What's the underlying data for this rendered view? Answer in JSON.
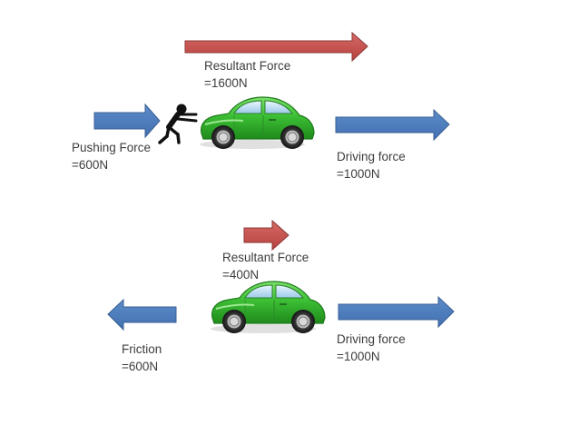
{
  "colors": {
    "force_blue": "#4f7fc0",
    "force_blue_stroke": "#3a5f93",
    "resultant_red": "#c0504d",
    "resultant_red_stroke": "#8c3836",
    "car_green": "#3db83a",
    "car_dark_green": "#1f7a1d"
  },
  "icons": {
    "car": "car-icon",
    "person": "pushing-person-icon"
  },
  "top_scenario": {
    "resultant": {
      "line1": "Resultant Force",
      "line2": "=1600N"
    },
    "pushing": {
      "line1": "Pushing Force",
      "line2": "=600N"
    },
    "driving": {
      "line1": "Driving force",
      "line2": "=1000N"
    }
  },
  "bottom_scenario": {
    "resultant": {
      "line1": "Resultant Force",
      "line2": "=400N"
    },
    "friction": {
      "line1": "Friction",
      "line2": "=600N"
    },
    "driving": {
      "line1": "Driving force",
      "line2": "=1000N"
    }
  }
}
